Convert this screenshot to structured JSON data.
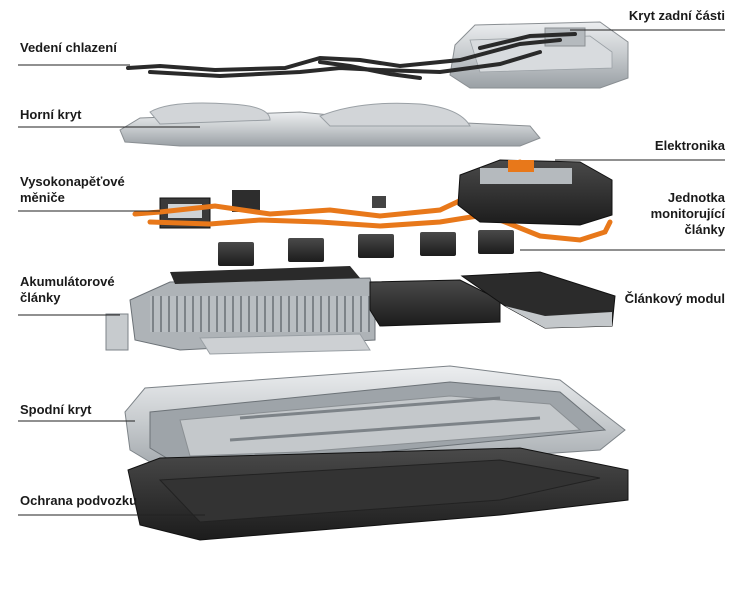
{
  "labels": {
    "rear_cover": "Kryt zadní části",
    "cooling_lines": "Vedení chlazení",
    "top_cover": "Horní kryt",
    "electronics": "Elektronika",
    "hv_converters_1": "Vysokonapěťové",
    "hv_converters_2": "měniče",
    "cell_monitoring_1": "Jednotka",
    "cell_monitoring_2": "monitorující",
    "cell_monitoring_3": "články",
    "battery_cells_1": "Akumulátorové",
    "battery_cells_2": "články",
    "cell_module": "Článkový modul",
    "bottom_cover": "Spodní kryt",
    "underbody_protection": "Ochrana podvozku"
  },
  "colors": {
    "orange_cabling": "#e8781a",
    "metal": "#c9cdd1",
    "dark_plate": "#2b2b2b",
    "module_black": "#1f1f1f"
  }
}
